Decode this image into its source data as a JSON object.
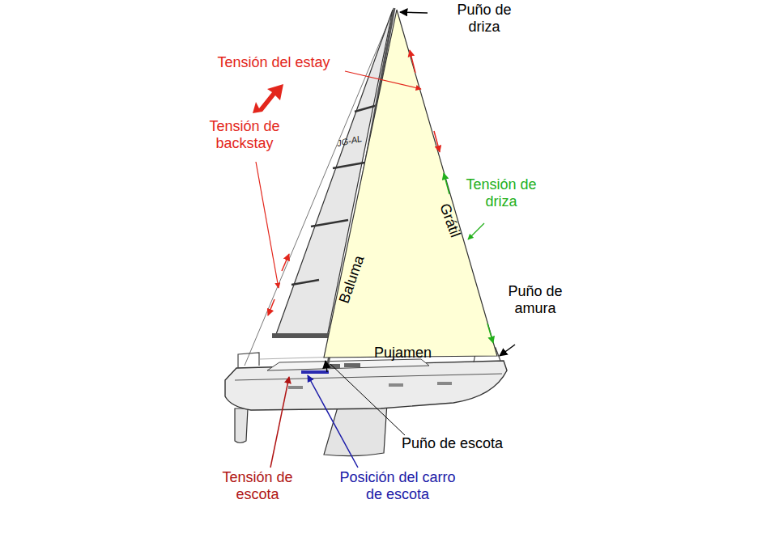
{
  "diagram": {
    "labels": [
      "Puño de driza",
      "Tensión del estay",
      "Tensión de backstay",
      "JG-AL",
      "Tensión de driza",
      "Grátil",
      "Baluma",
      "Puño de amura",
      "Pujamen",
      "Puño de escota",
      "Tensión de escota",
      "Posición del carro de escota"
    ]
  }
}
